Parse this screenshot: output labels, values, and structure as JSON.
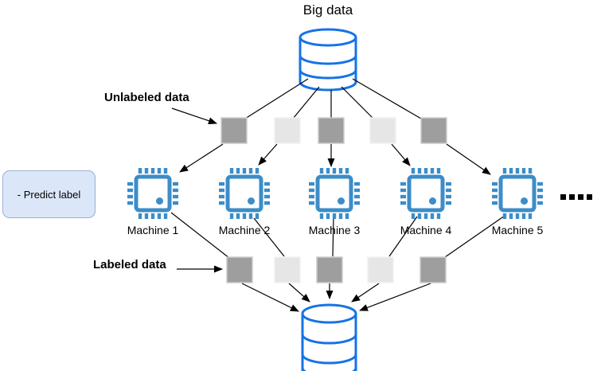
{
  "diagram": {
    "title": "Big data",
    "annotations": {
      "unlabeled": {
        "label": "Unlabeled data"
      },
      "labeled": {
        "label": "Labeled data"
      }
    },
    "predict_box": {
      "label": "- Predict label"
    },
    "machines": [
      {
        "label": "Machine 1"
      },
      {
        "label": "Machine 2"
      },
      {
        "label": "Machine 3"
      },
      {
        "label": "Machine 4"
      },
      {
        "label": "Machine 5"
      }
    ],
    "more_machines_ellipsis": "....",
    "top_data_blocks": [
      "dark",
      "light",
      "dark",
      "light",
      "dark"
    ],
    "bottom_data_blocks": [
      "dark",
      "light",
      "dark",
      "light",
      "dark"
    ],
    "colors": {
      "cylinder_blue": "#1673e6",
      "chip_blue": "#3c8dc8",
      "dark_block": "#9e9e9e",
      "light_block": "#e6e6e6",
      "box_fill": "#dbe7f9",
      "box_border": "#96b0d4",
      "line": "#000000",
      "text": "#000000"
    }
  }
}
